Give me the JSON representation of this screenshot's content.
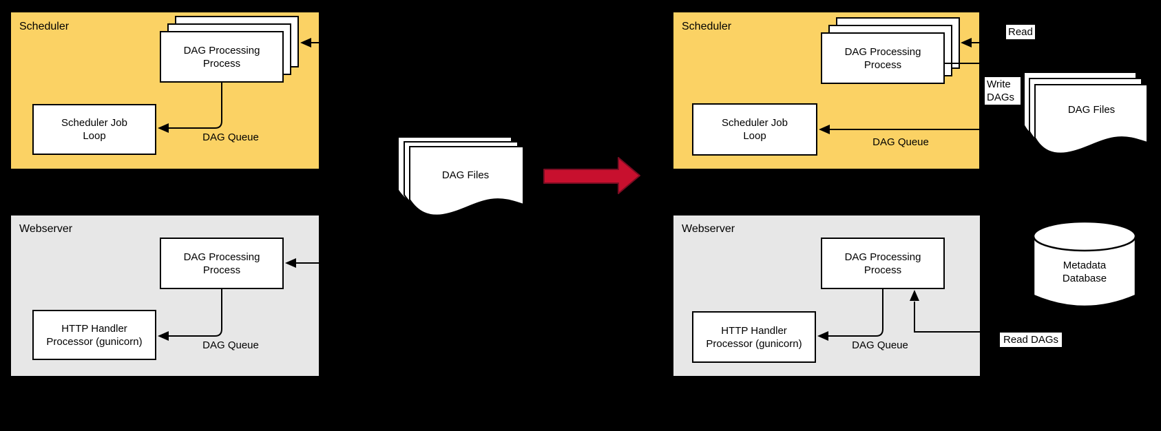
{
  "diagram": {
    "left": {
      "scheduler": {
        "title": "Scheduler",
        "dag_processing": "DAG Processing Process",
        "job_loop": "Scheduler Job Loop",
        "dag_queue": "DAG Queue"
      },
      "webserver": {
        "title": "Webserver",
        "dag_processing": "DAG Processing Process",
        "http_handler": "HTTP Handler Processor (gunicorn)",
        "dag_queue": "DAG Queue"
      },
      "dag_files": "DAG Files"
    },
    "right": {
      "scheduler": {
        "title": "Scheduler",
        "dag_processing": "DAG Processing Process",
        "job_loop": "Scheduler Job Loop",
        "dag_queue": "DAG Queue"
      },
      "webserver": {
        "title": "Webserver",
        "dag_processing": "DAG Processing Process",
        "http_handler": "HTTP Handler Processor (gunicorn)",
        "dag_queue": "DAG Queue"
      },
      "dag_files": "DAG Files",
      "database": "Metadata Database",
      "read_label": "Read",
      "write_dags_label": "Write DAGs",
      "read_dags_label": "Read DAGs"
    },
    "colors": {
      "scheduler_fill": "#FBD264",
      "webserver_fill": "#E7E7E7",
      "transition_arrow_red": "#C8102E",
      "node_fill": "#FFFFFF",
      "line": "#000000",
      "background": "#000000"
    }
  }
}
